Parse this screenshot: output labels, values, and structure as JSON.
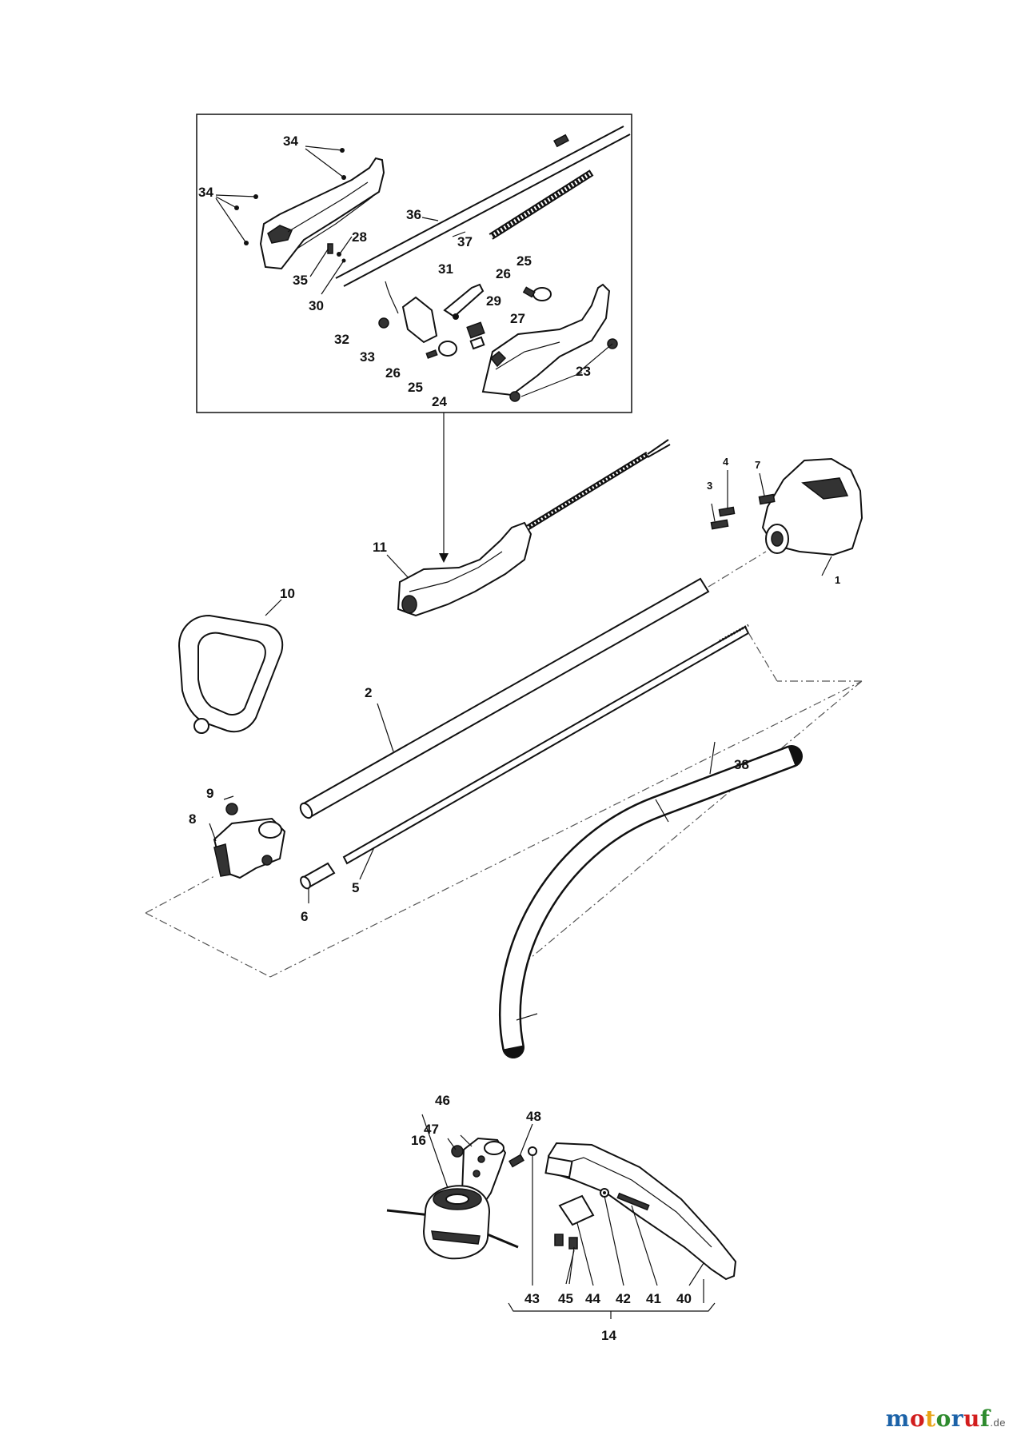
{
  "callouts": [
    "1",
    "2",
    "3",
    "4",
    "5",
    "6",
    "7",
    "8",
    "9",
    "10",
    "11",
    "14",
    "16",
    "23",
    "24",
    "25",
    "25",
    "26",
    "26",
    "27",
    "28",
    "29",
    "30",
    "31",
    "32",
    "33",
    "34",
    "34",
    "35",
    "36",
    "37",
    "38",
    "40",
    "41",
    "42",
    "43",
    "44",
    "45",
    "46",
    "47",
    "48"
  ],
  "brand": {
    "letters": [
      "m",
      "o",
      "t",
      "o",
      "r",
      "u",
      "f"
    ],
    "colors": [
      "#1b62a8",
      "#d21d1d",
      "#e8a317",
      "#2e8b2e",
      "#1b62a8",
      "#d21d1d",
      "#2e8b2e"
    ],
    "suffix": ".de"
  }
}
